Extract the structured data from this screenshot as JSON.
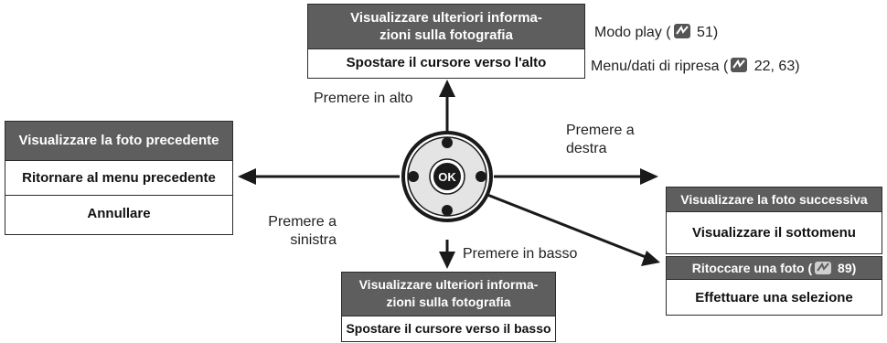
{
  "colors": {
    "header_bg": "#5e5e5e",
    "line": "#1a1a1a",
    "pad": "#e4e4e4"
  },
  "top": {
    "header": "Visualizzare ulteriori informa- zioni sulla fotografia",
    "header_line1": "Visualizzare ulteriori informa-",
    "header_line2": "zioni sulla fotografia",
    "row": "Spostare il cursore verso l'alto",
    "note1": {
      "prefix": "Modo play (",
      "icon": "page-reference-icon",
      "suffix": " 51)"
    },
    "note2": {
      "prefix": "Menu/dati di ripresa (",
      "icon": "page-reference-icon",
      "suffix": " 22, 63)"
    },
    "direction": "Premere in alto"
  },
  "left": {
    "header": "Visualizzare la foto precedente",
    "rows": [
      "Ritornare al menu precedente",
      "Annullare"
    ],
    "direction_line1": "Premere a",
    "direction_line2": "sinistra"
  },
  "right": {
    "header": "Visualizzare la foto successiva",
    "rows": [
      "Visualizzare il sottomenu"
    ],
    "direction_line1": "Premere a",
    "direction_line2": "destra"
  },
  "bottom": {
    "header_line1": "Visualizzare ulteriori informa-",
    "header_line2": "zioni sulla fotografia",
    "row": "Spostare il cursore verso il basso",
    "direction": "Premere in basso"
  },
  "ok": {
    "button_label": "OK",
    "header": {
      "prefix": "Ritoccare una foto (",
      "icon": "page-reference-icon",
      "suffix": " 89)"
    },
    "rows": [
      "Effettuare una selezione"
    ]
  }
}
